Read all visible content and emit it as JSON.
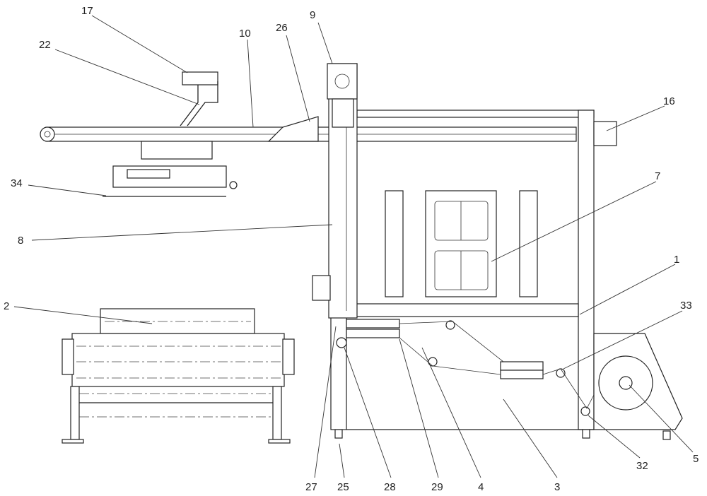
{
  "labels": {
    "l17": "17",
    "l22": "22",
    "l10": "10",
    "l26": "26",
    "l9": "9",
    "l16": "16",
    "l34": "34",
    "l7": "7",
    "l8": "8",
    "l1": "1",
    "l2": "2",
    "l33": "33",
    "l27": "27",
    "l25": "25",
    "l28": "28",
    "l29": "29",
    "l4": "4",
    "l3": "3",
    "l32": "32",
    "l5": "5"
  }
}
